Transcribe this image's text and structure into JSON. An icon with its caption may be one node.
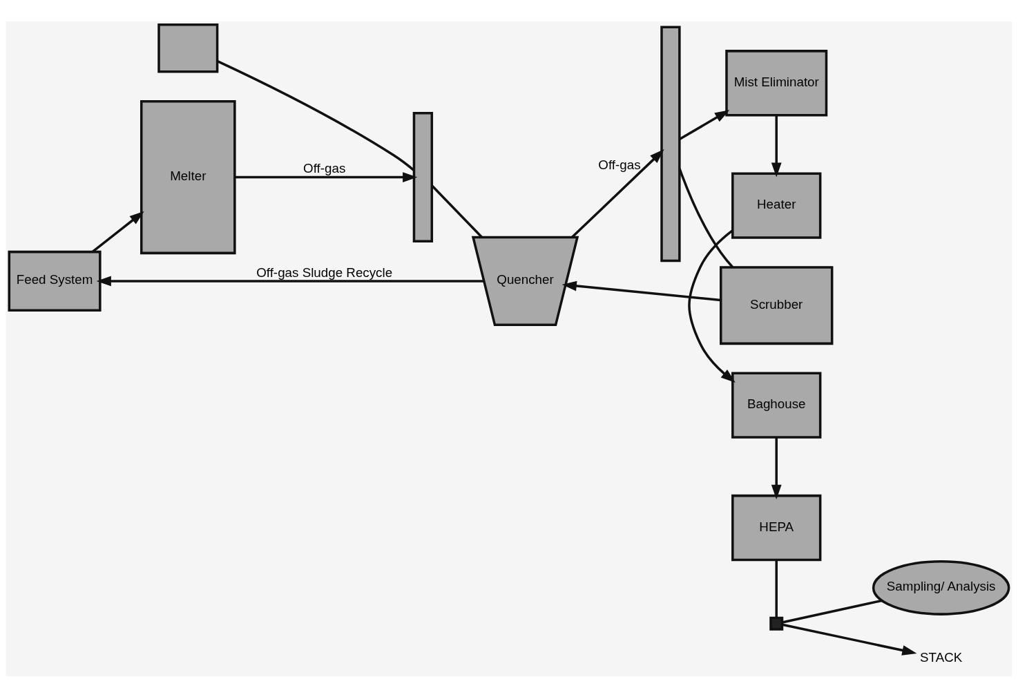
{
  "diagram": {
    "nodes": [
      {
        "text": [
          "Feed System"
        ]
      },
      {
        "text": [
          "Melter"
        ]
      },
      {
        "text": [],
        "shape": "box"
      },
      {
        "text": [],
        "shape": "bar"
      },
      {
        "text": [
          "Quencher"
        ]
      },
      {
        "text": [],
        "shape": "bar"
      },
      {
        "text": [
          "Scrubber"
        ]
      },
      {
        "text": [
          "Mist Eliminator"
        ]
      },
      {
        "text": [
          "Heater"
        ]
      },
      {
        "text": [
          "Baghouse"
        ]
      },
      {
        "text": [
          "HEPA"
        ]
      },
      {
        "text": [],
        "shape": "box"
      },
      {
        "text": [
          "Sampling/ Analysis"
        ]
      },
      {
        "text": [
          "STACK"
        ]
      }
    ],
    "edges": [
      {
        "from": 0,
        "to": 1,
        "arrow": "to"
      },
      {
        "from": 1,
        "to": 3,
        "arrow": "to",
        "label": "Off-gas"
      },
      {
        "from": 2,
        "to": 3,
        "arrow": "none"
      },
      {
        "from": 3,
        "to": 4,
        "arrow": "none"
      },
      {
        "from": 4,
        "to": 5,
        "arrow": "to",
        "label": "Off-gas"
      },
      {
        "from": 6,
        "to": 4,
        "arrow": "to"
      },
      {
        "from": 4,
        "to": 0,
        "arrow": "to",
        "label": "Off-gas Sludge Recycle"
      },
      {
        "from": 5,
        "to": 6,
        "arrow": "none"
      },
      {
        "from": 5,
        "to": 7,
        "arrow": "to"
      },
      {
        "from": 7,
        "to": 8,
        "arrow": "to"
      },
      {
        "from": 8,
        "to": 9,
        "arrow": "to"
      },
      {
        "from": 9,
        "to": 10,
        "arrow": "to"
      },
      {
        "from": 10,
        "to": 11,
        "arrow": "none"
      },
      {
        "from": 11,
        "to": 13,
        "arrow": "to"
      },
      {
        "from": 11,
        "to": 12,
        "arrow": "none"
      }
    ]
  }
}
